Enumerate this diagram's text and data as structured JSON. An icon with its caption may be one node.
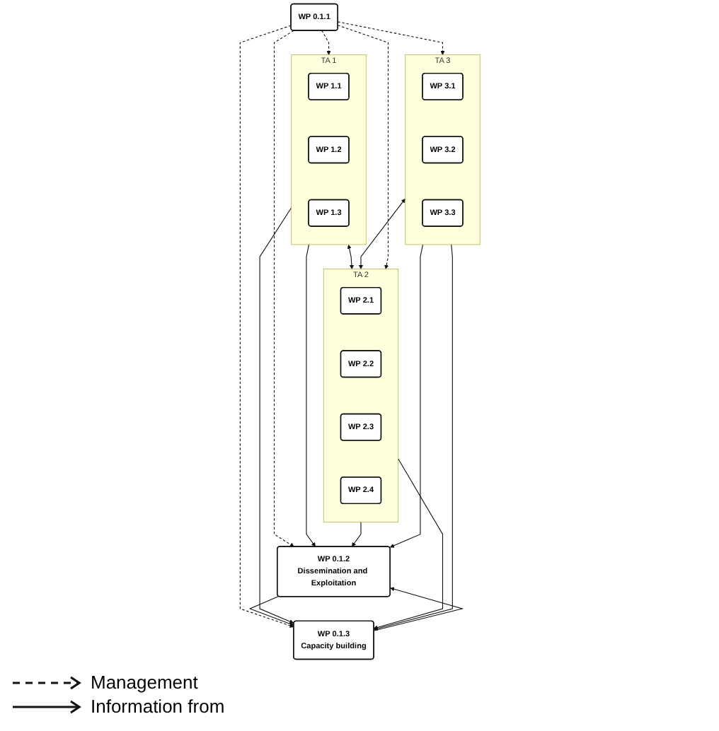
{
  "diagram": {
    "nodes": [
      {
        "text": [
          "WP 0.1.1"
        ]
      },
      {
        "text": [
          "WP 0.1.2",
          "Dissemination and Exploitation"
        ]
      },
      {
        "text": [
          "WP 0.1.3",
          "Capacity building"
        ]
      },
      {
        "text": [
          "TA 1"
        ]
      },
      {
        "text": [
          "WP 1.1"
        ],
        "in": 3
      },
      {
        "text": [
          "WP 1.2"
        ],
        "in": 3
      },
      {
        "text": [
          "WP 1.3"
        ],
        "in": 3
      },
      {
        "text": [
          "TA 2"
        ]
      },
      {
        "text": [
          "WP 2.1"
        ],
        "in": 7
      },
      {
        "text": [
          "WP 2.2"
        ],
        "in": 7
      },
      {
        "text": [
          "WP 2.3"
        ],
        "in": 7
      },
      {
        "text": [
          "WP 2.4"
        ],
        "in": 7
      },
      {
        "text": [
          "TA 3"
        ]
      },
      {
        "text": [
          "WP 3.1"
        ],
        "in": 12
      },
      {
        "text": [
          "WP 3.2"
        ],
        "in": 12
      },
      {
        "text": [
          "WP 3.3"
        ],
        "in": 12
      }
    ],
    "edges": [
      {
        "from": 0,
        "to": 1,
        "arrow": "to",
        "style": "dashed"
      },
      {
        "from": 0,
        "to": 2,
        "arrow": "to",
        "style": "dashed"
      },
      {
        "from": 1,
        "to": 2,
        "arrow": "to"
      },
      {
        "from": 2,
        "to": 1,
        "arrow": "to"
      },
      {
        "from": 3,
        "to": 1,
        "arrow": "to"
      },
      {
        "from": 7,
        "to": 1,
        "arrow": "to"
      },
      {
        "from": 12,
        "to": 1,
        "arrow": "to"
      },
      {
        "from": 3,
        "to": 2,
        "arrow": "to"
      },
      {
        "from": 7,
        "to": 2,
        "arrow": "to"
      },
      {
        "from": 12,
        "to": 2,
        "arrow": "to"
      },
      {
        "from": 3,
        "to": 7,
        "arrow": "both"
      },
      {
        "from": 12,
        "to": 7,
        "arrow": "both"
      },
      {
        "from": 0,
        "to": 3,
        "arrow": "to",
        "style": "dashed"
      },
      {
        "from": 0,
        "to": 7,
        "arrow": "to",
        "style": "dashed"
      },
      {
        "from": 0,
        "to": 12,
        "arrow": "to",
        "style": "dashed"
      }
    ],
    "legend": [
      {
        "text": "Management"
      },
      {
        "text": "Information from"
      }
    ]
  }
}
